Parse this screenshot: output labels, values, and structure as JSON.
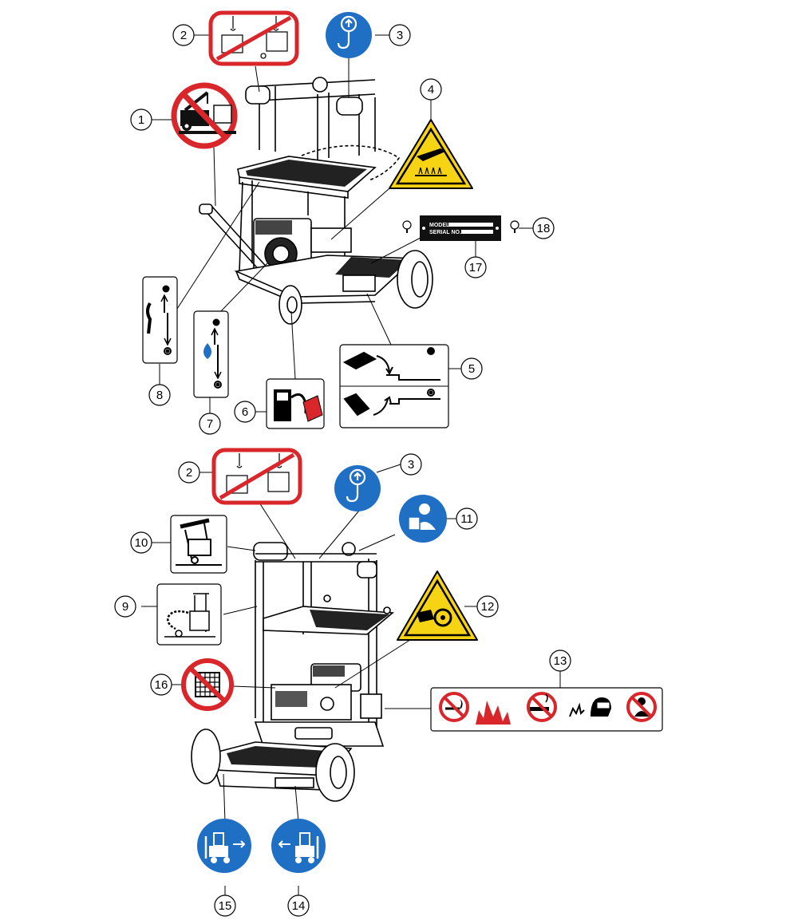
{
  "callouts": {
    "c1": "1",
    "c2a": "2",
    "c3a": "3",
    "c4": "4",
    "c5": "5",
    "c6": "6",
    "c7": "7",
    "c8": "8",
    "c17": "17",
    "c18": "18",
    "c2b": "2",
    "c3b": "3",
    "c9": "9",
    "c10": "10",
    "c11": "11",
    "c12": "12",
    "c13": "13",
    "c14": "14",
    "c15": "15",
    "c16": "16"
  },
  "nameplate": {
    "model_label": "MODEL",
    "serial_label": "SERIAL NO."
  },
  "colors": {
    "prohibit_red": "#d9262b",
    "mandatory_blue": "#1f6fc5",
    "warning_yellow": "#f6d313",
    "line": "#000000"
  },
  "icons": {
    "no_tow": "no-tow-truck-icon",
    "no_lift_pair": "no-crane-lift-icon",
    "lift_point": "lift-hook-icon",
    "hot_surface": "hot-surface-warning-icon",
    "valve_positions": "valve-lever-positions-icon",
    "fuel": "fuel-pump-icon",
    "fuel_valve": "fuel-valve-icon",
    "choke": "choke-icon",
    "chain_secure": "chain-secure-icon",
    "tip_over": "tip-over-icon",
    "read_manual": "read-manual-icon",
    "entanglement": "entanglement-warning-icon",
    "safety_strip": "fire-safety-strip-icon",
    "forklift_left": "forklift-left-icon",
    "forklift_right": "forklift-right-icon",
    "no_grid_step": "no-step-grate-icon",
    "bolt": "bolt-icon"
  }
}
